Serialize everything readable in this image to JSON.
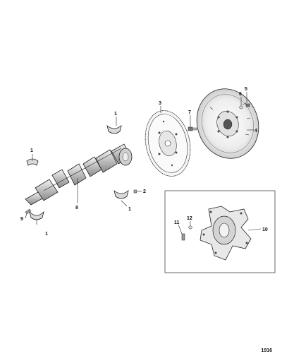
{
  "figure_number": "1916",
  "callouts": [
    {
      "id": "c1a",
      "label": "1"
    },
    {
      "id": "c1b",
      "label": "1"
    },
    {
      "id": "c1c",
      "label": "1"
    },
    {
      "id": "c1d",
      "label": "1"
    },
    {
      "id": "c2",
      "label": "2"
    },
    {
      "id": "c3",
      "label": "3"
    },
    {
      "id": "c4",
      "label": "4"
    },
    {
      "id": "c5",
      "label": "5"
    },
    {
      "id": "c6",
      "label": "6"
    },
    {
      "id": "c7",
      "label": "7"
    },
    {
      "id": "c8",
      "label": "8"
    },
    {
      "id": "c9",
      "label": "9"
    },
    {
      "id": "c10",
      "label": "10"
    },
    {
      "id": "c11",
      "label": "11"
    },
    {
      "id": "c12",
      "label": "12"
    }
  ]
}
